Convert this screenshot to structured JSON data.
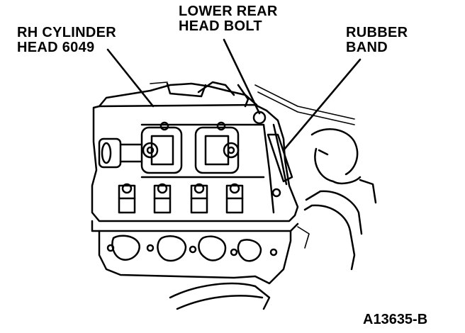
{
  "callouts": {
    "rh_cylinder_head": {
      "line1": "RH CYLINDER",
      "line2": "HEAD 6049"
    },
    "lower_rear_head_bolt": {
      "line1": "LOWER REAR",
      "line2": "HEAD BOLT"
    },
    "rubber_band": {
      "line1": "RUBBER",
      "line2": "BAND"
    }
  },
  "figure_id": "A13635-B",
  "colors": {
    "ink": "#000000",
    "paper": "#ffffff"
  }
}
